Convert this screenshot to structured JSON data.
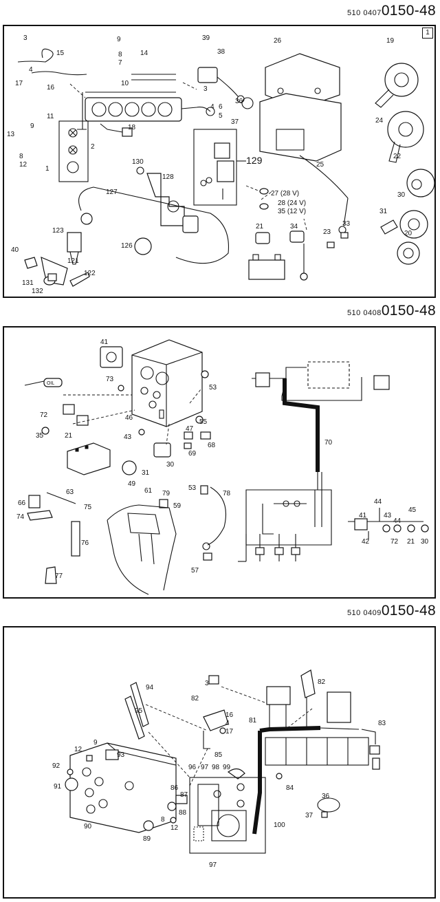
{
  "panels": [
    {
      "header_small": "510 0407",
      "header_big": "0150-48",
      "panel_number": "1",
      "callouts": [
        "3",
        "15",
        "4",
        "17",
        "16",
        "11",
        "9",
        "13",
        "8",
        "12",
        "1",
        "2",
        "18",
        "7",
        "8",
        "9",
        "10",
        "14",
        "39",
        "38",
        "3",
        "36",
        "37",
        "4",
        "6",
        "5",
        "26",
        "19",
        "24",
        "22",
        "25",
        "129",
        "130",
        "128",
        "127",
        "27 (28 V)",
        "28 (24 V)",
        "35 (12 V)",
        "21",
        "34",
        "23",
        "33",
        "30",
        "31",
        "20",
        "123",
        "126",
        "40",
        "121",
        "122",
        "131",
        "132"
      ]
    },
    {
      "header_small": "510 0408",
      "header_big": "0150-48",
      "oil_label": "OIL",
      "callouts": [
        "41",
        "73",
        "53",
        "72",
        "46",
        "55",
        "35",
        "21",
        "43",
        "47",
        "68",
        "69",
        "30",
        "49",
        "31",
        "70",
        "61",
        "79",
        "53",
        "78",
        "66",
        "63",
        "75",
        "59",
        "74",
        "76",
        "57",
        "77",
        "41",
        "44",
        "43",
        "44",
        "45",
        "42",
        "72",
        "21",
        "30"
      ]
    },
    {
      "header_small": "510 0409",
      "header_big": "0150-48",
      "callouts": [
        "3",
        "82",
        "94",
        "95",
        "82",
        "16",
        "4",
        "17",
        "81",
        "83",
        "12",
        "9",
        "93",
        "92",
        "85",
        "91",
        "96",
        "97",
        "98",
        "99",
        "84",
        "86",
        "87",
        "36",
        "37",
        "100",
        "8",
        "88",
        "12",
        "90",
        "89",
        "97"
      ]
    }
  ]
}
